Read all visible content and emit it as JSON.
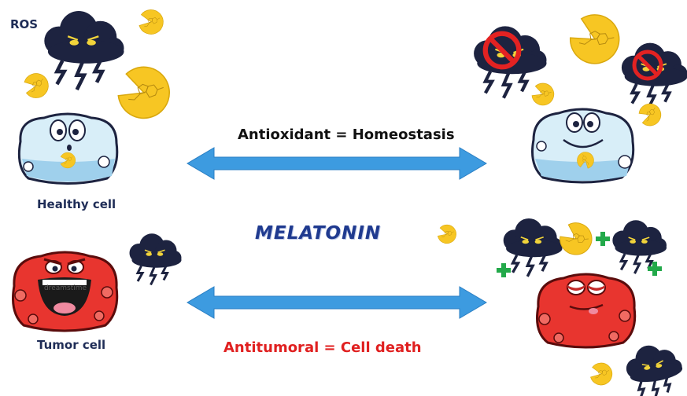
{
  "labels": {
    "ros": "ROS",
    "healthy_cell": "Healthy cell",
    "tumor_cell": "Tumor cell",
    "melatonin": "MELATONIN",
    "antioxidant": "Antioxidant = Homeostasis",
    "antitumoral": "Antitumoral = Cell death",
    "watermark": "dreamstime"
  },
  "colors": {
    "arrow": "#3d9be0",
    "ros_cloud": "#1d2340",
    "melatonin_pacman": "#f7c623",
    "healthy_cell": "#d8eef8",
    "tumor_cell": "#e8352f",
    "plus": "#23a94a",
    "prohibit": "#e32222",
    "antitumoral_text": "#e02020",
    "navy_text": "#1f2d57"
  },
  "icons": [
    "ros-cloud-icon",
    "melatonin-pacman-icon",
    "healthy-cell-icon",
    "tumor-cell-icon",
    "prohibit-icon",
    "plus-icon",
    "double-arrow-icon"
  ]
}
